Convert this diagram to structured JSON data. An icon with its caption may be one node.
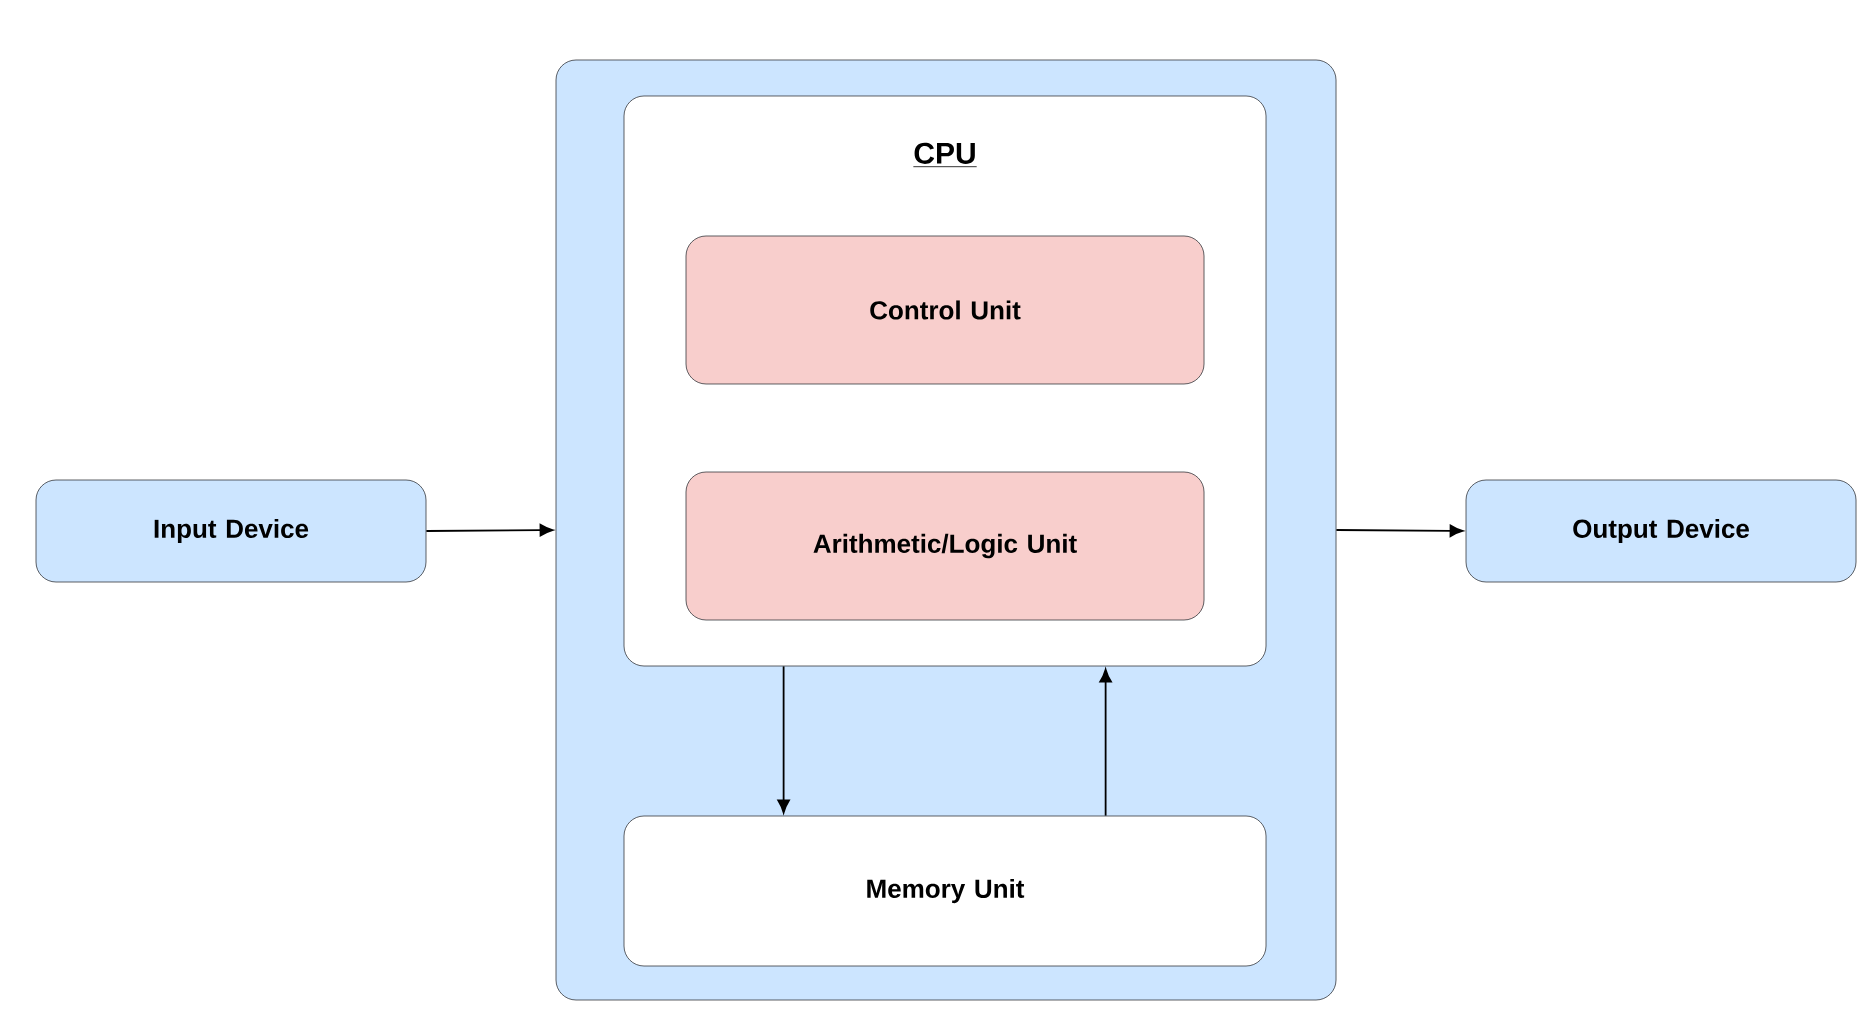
{
  "diagram": {
    "nodes": [
      {
        "text": [
          "Input Device"
        ]
      },
      {
        "text": [],
        "shape": "box"
      },
      {
        "text": [
          "CPU"
        ],
        "in": 1
      },
      {
        "text": [
          "Control Unit"
        ],
        "in": 2
      },
      {
        "text": [
          "Arithmetic/Logic Unit"
        ],
        "in": 2
      },
      {
        "text": [
          "Memory Unit"
        ],
        "in": 1
      },
      {
        "text": [
          "Output Device"
        ]
      }
    ],
    "edges": [
      {
        "from": 0,
        "to": 1,
        "arrow": "to"
      },
      {
        "from": 1,
        "to": 6,
        "arrow": "to"
      },
      {
        "from": 2,
        "to": 5,
        "arrow": "to"
      },
      {
        "from": 5,
        "to": 2,
        "arrow": "to"
      }
    ]
  }
}
